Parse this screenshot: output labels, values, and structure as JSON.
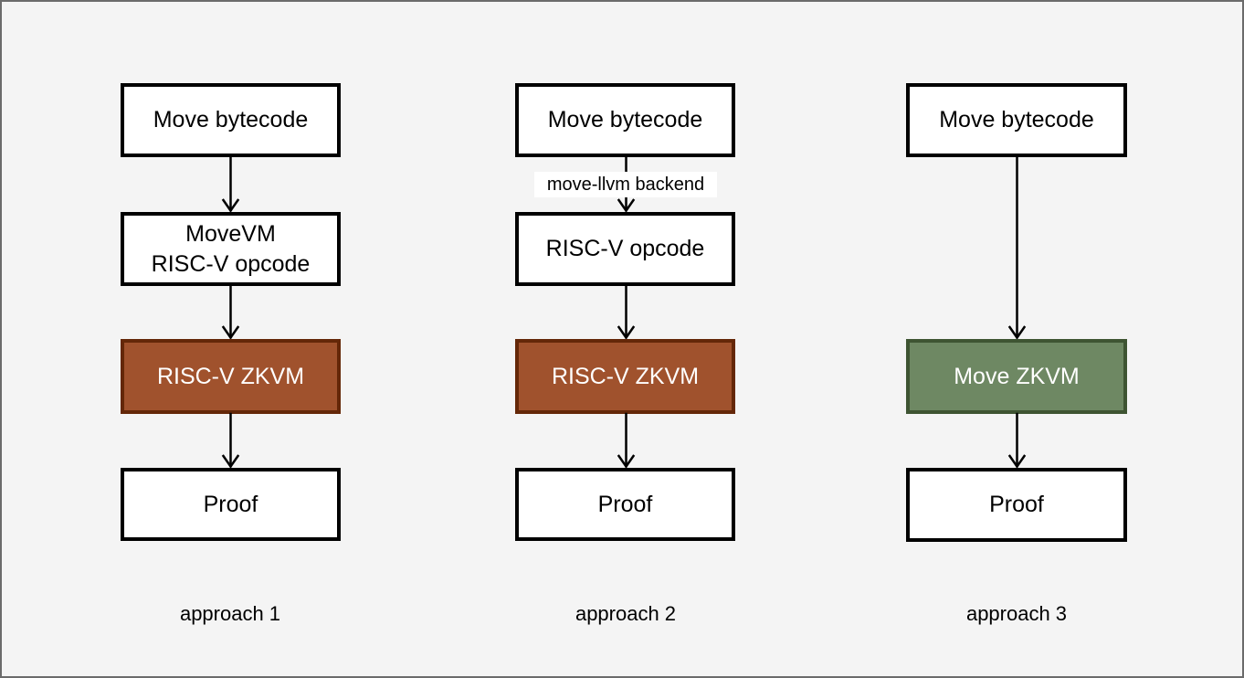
{
  "frame": {
    "bg": "#f4f4f4",
    "border": "#6b6b6b"
  },
  "palette": {
    "risc_zkvm_fill": "#A0522D",
    "risc_zkvm_border": "#642708",
    "move_zkvm_fill": "#6E8863",
    "move_zkvm_border": "#3E5432",
    "zkvm_text": "#ffffff"
  },
  "approach1": {
    "caption": "approach 1",
    "move_bytecode": "Move bytecode",
    "movevm_line1": "MoveVM",
    "movevm_line2": "RISC-V opcode",
    "risc_zkvm": "RISC-V ZKVM",
    "proof": "Proof"
  },
  "approach2": {
    "caption": "approach 2",
    "move_bytecode": "Move bytecode",
    "edge_label": "move-llvm backend",
    "risc_opcode": "RISC-V opcode",
    "risc_zkvm": "RISC-V ZKVM",
    "proof": "Proof"
  },
  "approach3": {
    "caption": "approach 3",
    "move_bytecode": "Move bytecode",
    "move_zkvm": "Move ZKVM",
    "proof": "Proof"
  }
}
